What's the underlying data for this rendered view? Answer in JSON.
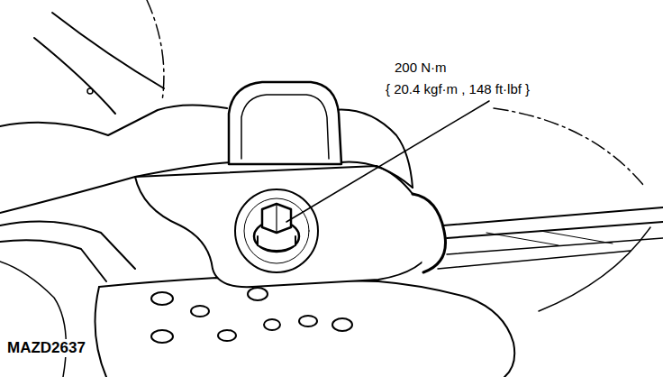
{
  "diagram": {
    "labels": [
      "200 N·m",
      "{ 20.4 kgf·m , 148 ft·lbf }",
      "MAZD2637"
    ]
  }
}
